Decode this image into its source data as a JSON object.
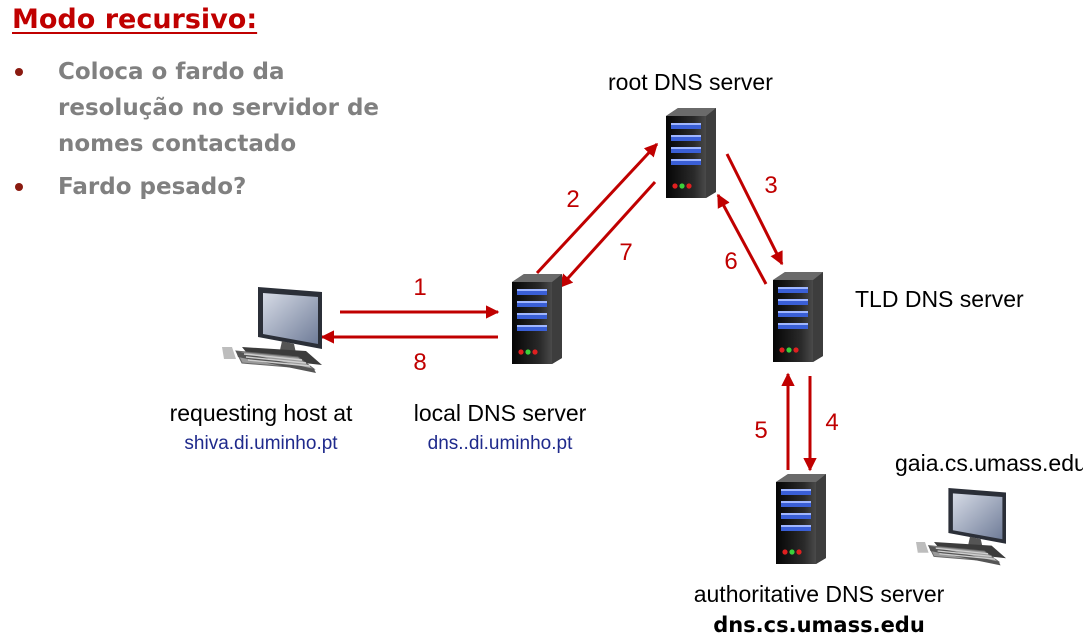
{
  "title": "Modo recursivo:",
  "bullets": [
    "Coloca o fardo da resolução no servidor de nomes contactado",
    "Fardo pesado?"
  ],
  "nodes": {
    "root": {
      "label": "root DNS server"
    },
    "tld": {
      "label": "TLD DNS server"
    },
    "local": {
      "label": "local DNS server",
      "address": "dns..di.uminho.pt"
    },
    "requesting": {
      "label": "requesting host at",
      "address": "shiva.di.uminho.pt"
    },
    "authoritative": {
      "label": "authoritative DNS server",
      "address": "dns.cs.umass.edu"
    },
    "gaia": {
      "label": "gaia.cs.umass.edu"
    }
  },
  "steps": [
    "1",
    "2",
    "3",
    "4",
    "5",
    "6",
    "7",
    "8"
  ],
  "colors": {
    "arrow": "#c00000",
    "title": "#c00000",
    "bullet_text": "#808080",
    "address": "#1f2a8c"
  },
  "icons": [
    "server-icon",
    "desktop-computer-icon",
    "arrow-icon"
  ]
}
